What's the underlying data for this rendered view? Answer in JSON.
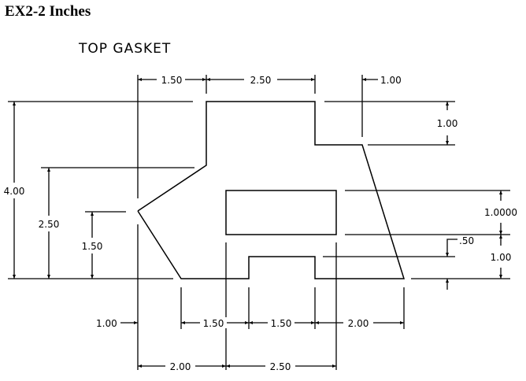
{
  "page": {
    "title": "EX2-2 Inches"
  },
  "drawing": {
    "label": "TOP GASKET",
    "dims": {
      "top_1_50": "1.50",
      "top_2_50": "2.50",
      "top_1_00": "1.00",
      "right_1_00_top": "1.00",
      "right_1_0000": "1.0000",
      "right_50": ".50",
      "right_1_00_bottom": "1.00",
      "left_4_00": "4.00",
      "left_2_50": "2.50",
      "left_1_50": "1.50",
      "bottom_1_00": "1.00",
      "bottom_1_50_a": "1.50",
      "bottom_1_50_b": "1.50",
      "bottom_2_00_right": "2.00",
      "bottom_2_00_left": "2.00",
      "bottom_2_50": "2.50"
    }
  }
}
